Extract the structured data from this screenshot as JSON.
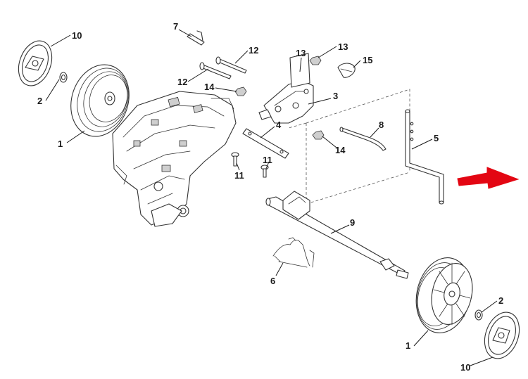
{
  "diagram": {
    "accent_color": "#e30613",
    "labels": [
      {
        "id": "wheel-cap-top",
        "text": "10"
      },
      {
        "id": "washer-top",
        "text": "2"
      },
      {
        "id": "wheel-top",
        "text": "1"
      },
      {
        "id": "pin",
        "text": "7"
      },
      {
        "id": "bolt-upper",
        "text": "12"
      },
      {
        "id": "bolt-lower",
        "text": "12"
      },
      {
        "id": "nut-left",
        "text": "14"
      },
      {
        "id": "nut-top-left",
        "text": "13"
      },
      {
        "id": "nut-top-right",
        "text": "13"
      },
      {
        "id": "clip-top",
        "text": "15"
      },
      {
        "id": "bracket",
        "text": "3"
      },
      {
        "id": "plate",
        "text": "4"
      },
      {
        "id": "rod",
        "text": "8"
      },
      {
        "id": "nut-right",
        "text": "14"
      },
      {
        "id": "screw-a",
        "text": "11"
      },
      {
        "id": "screw-b",
        "text": "11"
      },
      {
        "id": "lever",
        "text": "5"
      },
      {
        "id": "axle",
        "text": "9"
      },
      {
        "id": "spring",
        "text": "6"
      },
      {
        "id": "washer-bottom",
        "text": "2"
      },
      {
        "id": "wheel-bottom",
        "text": "1"
      },
      {
        "id": "wheel-cap-bottom",
        "text": "10"
      }
    ]
  }
}
